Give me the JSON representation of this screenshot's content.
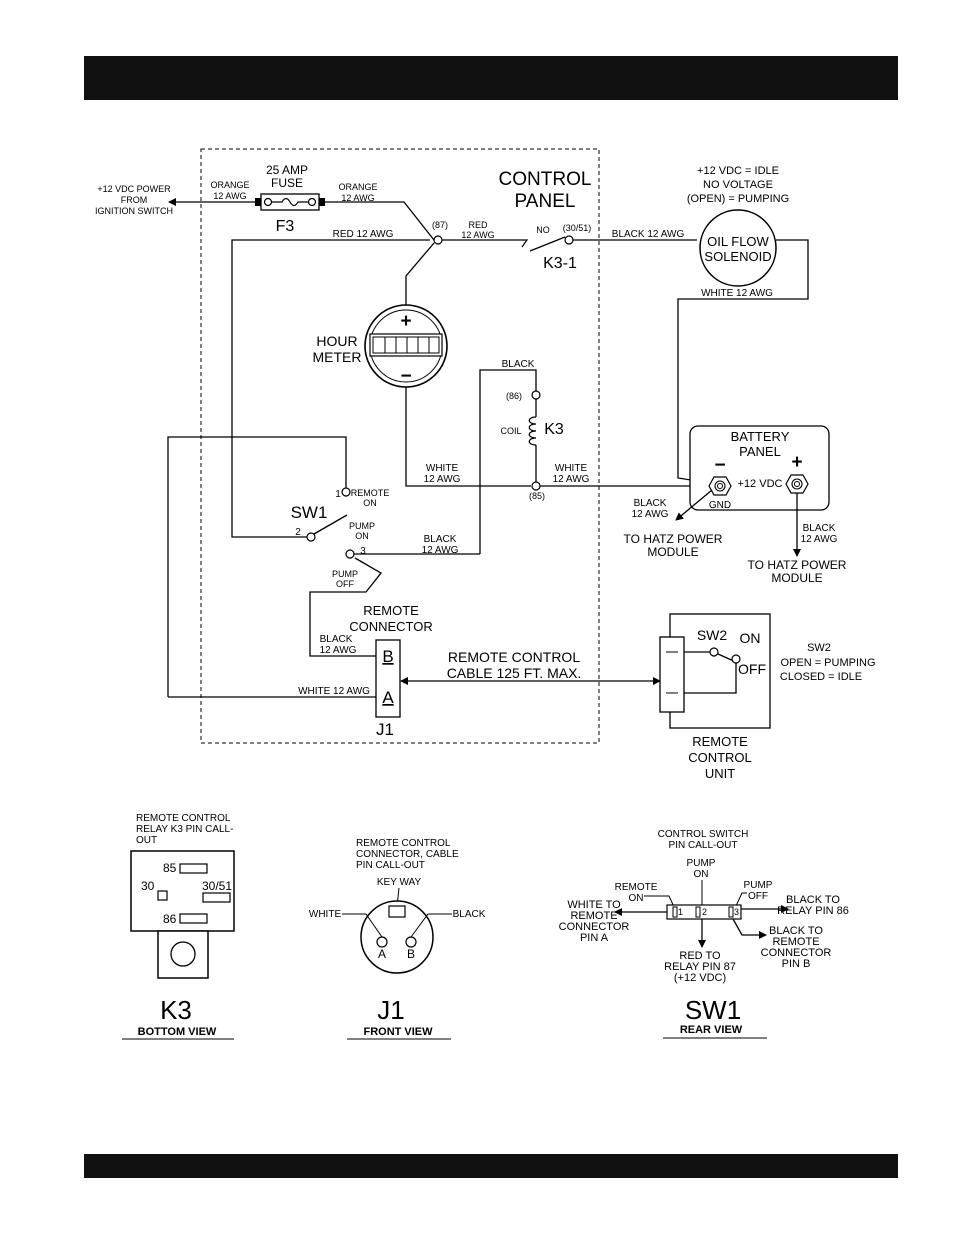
{
  "header_bar": "",
  "footer_bar": "",
  "main": {
    "control_panel": [
      "CONTROL",
      "PANEL"
    ],
    "fuse": {
      "rating": [
        "25 AMP",
        "FUSE"
      ],
      "ref": "F3"
    },
    "power_source": [
      "+12 VDC POWER",
      "FROM",
      "IGNITION SWITCH"
    ],
    "orange_left": [
      "ORANGE",
      "12 AWG"
    ],
    "orange_right": [
      "ORANGE",
      "12 AWG"
    ],
    "red_12_awg": "RED 12 AWG",
    "red_small": [
      "RED",
      "12 AWG"
    ],
    "pin_87": "(87)",
    "pin_30_51": "(30/51)",
    "pin_86": "(86)",
    "pin_85": "(85)",
    "no": "NO",
    "relay_contact": "K3-1",
    "black_12_awg_top": "BLACK 12 AWG",
    "oil_flow_note": [
      "+12 VDC = IDLE",
      "NO VOLTAGE",
      "(OPEN) = PUMPING"
    ],
    "oil_flow_solenoid": [
      "OIL FLOW",
      "SOLENOID"
    ],
    "white_12_awg_top": "WHITE 12 AWG",
    "hour_meter": [
      "HOUR",
      "METER"
    ],
    "plus": "+",
    "minus": "−",
    "black": "BLACK",
    "coil": "COIL",
    "k3": "K3",
    "white_left": [
      "WHITE",
      "12 AWG"
    ],
    "white_right": [
      "WHITE",
      "12 AWG"
    ],
    "battery_panel": [
      "BATTERY",
      "PANEL"
    ],
    "battery_plus_label": "+12 VDC",
    "gnd": "GND",
    "black_gnd": [
      "BLACK",
      "12 AWG"
    ],
    "to_hatz_1": [
      "TO HATZ POWER",
      "MODULE"
    ],
    "black_pos": [
      "BLACK",
      "12 AWG"
    ],
    "to_hatz_2": [
      "TO HATZ POWER",
      "MODULE"
    ],
    "sw1": "SW1",
    "sw1_pin1": "1",
    "sw1_pin2": "2",
    "sw1_pin3": "3",
    "remote_on": [
      "REMOTE",
      "ON"
    ],
    "pump_on": [
      "PUMP",
      "ON"
    ],
    "pump_off": [
      "PUMP",
      "OFF"
    ],
    "black_sw1": [
      "BLACK",
      "12 AWG"
    ],
    "remote_connector": [
      "REMOTE",
      "CONNECTOR"
    ],
    "black_b": [
      "BLACK",
      "12 AWG"
    ],
    "white_a": "WHITE 12 AWG",
    "pin_b": "B",
    "pin_a": "A",
    "j1": "J1",
    "cable": [
      "REMOTE CONTROL",
      "CABLE 125 FT. MAX."
    ],
    "sw2": "SW2",
    "sw2_on": "ON",
    "sw2_off": "OFF",
    "sw2_note": [
      "SW2",
      "OPEN = PUMPING",
      "CLOSED = IDLE"
    ],
    "remote_unit": [
      "REMOTE",
      "CONTROL",
      "UNIT"
    ]
  },
  "callouts": {
    "k3": {
      "title": [
        "REMOTE CONTROL",
        "RELAY K3 PIN CALL-",
        "OUT"
      ],
      "pins": [
        "85",
        "30",
        "30/51",
        "86"
      ],
      "name": "K3",
      "view": "BOTTOM  VIEW"
    },
    "j1": {
      "title": [
        "REMOTE CONTROL",
        "CONNECTOR, CABLE",
        "PIN CALL-OUT"
      ],
      "keyway": "KEY WAY",
      "white": "WHITE",
      "black": "BLACK",
      "pin_a": "A",
      "pin_b": "B",
      "name": "J1",
      "view": "FRONT VIEW"
    },
    "sw1": {
      "title": [
        "CONTROL SWITCH",
        "PIN CALL-OUT"
      ],
      "pump_on": [
        "PUMP",
        "ON"
      ],
      "remote_on": [
        "REMOTE",
        "ON"
      ],
      "pump_off": [
        "PUMP",
        "OFF"
      ],
      "white_to": [
        "WHITE TO",
        "REMOTE",
        "CONNECTOR",
        "PIN A"
      ],
      "black_to_86": [
        "BLACK TO",
        "RELAY PIN 86"
      ],
      "black_to_b": [
        "BLACK TO",
        "REMOTE",
        "CONNECTOR",
        "PIN B"
      ],
      "red_to": [
        "RED TO",
        "RELAY PIN 87",
        "(+12 VDC)"
      ],
      "pins": [
        "1",
        "2",
        "3"
      ],
      "name": "SW1",
      "view": "REAR VIEW"
    }
  }
}
